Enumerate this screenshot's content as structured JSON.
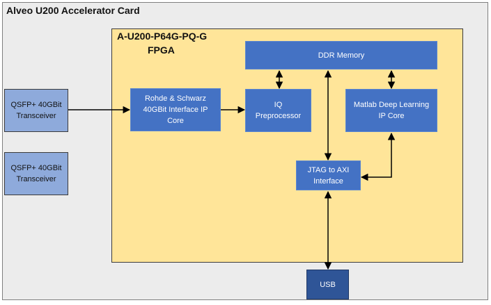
{
  "card": {
    "title": "Alveo U200 Accelerator Card"
  },
  "fpga": {
    "part_number": "A-U200-P64G-PQ-G",
    "label": "FPGA"
  },
  "blocks": {
    "ddr": "DDR Memory",
    "rs_interface": "Rohde & Schwarz\n40GBit Interface IP\nCore",
    "iq": "IQ\nPreprocessor",
    "matlab": "Matlab Deep Learning\nIP Core",
    "jtag": "JTAG to AXI\nInterface",
    "usb": "USB",
    "qsfp1": "QSFP+ 40GBit\nTransceiver",
    "qsfp2": "QSFP+ 40GBit\nTransceiver"
  },
  "colors": {
    "card_bg": "#ececec",
    "fpga_bg": "#ffe599",
    "block_blue": "#4472c4",
    "transceiver": "#8eaadb",
    "usb": "#2f5597"
  }
}
